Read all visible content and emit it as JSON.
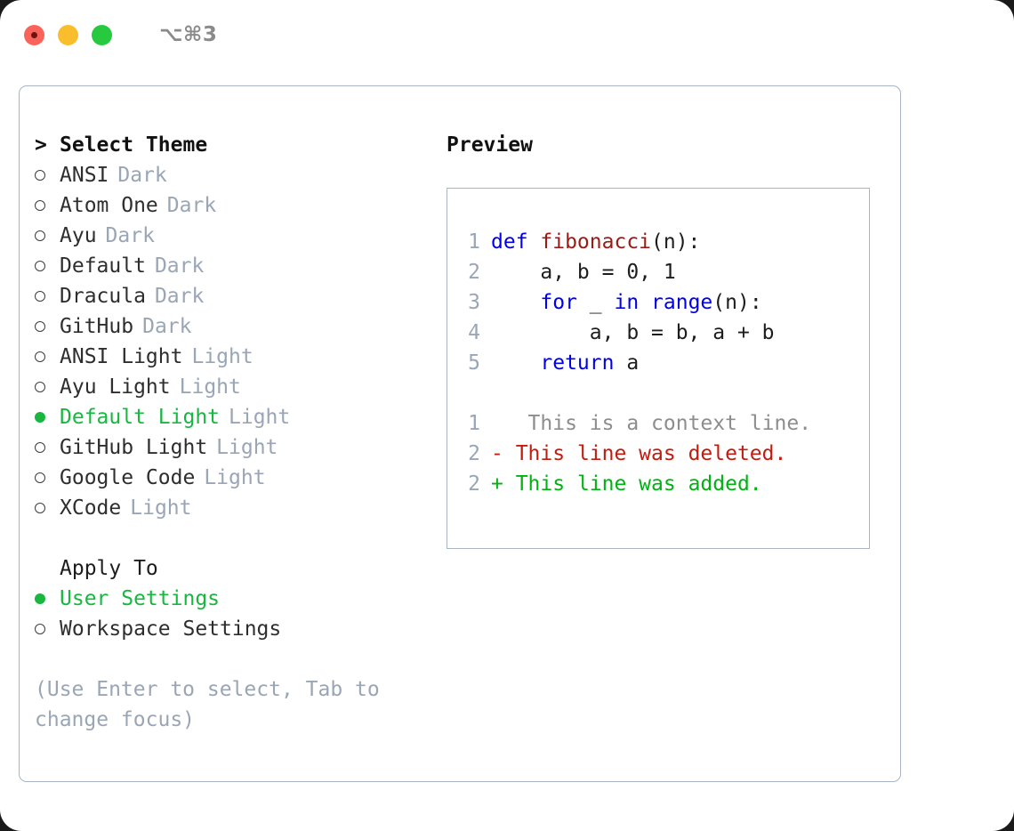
{
  "titlebar": {
    "buttons": [
      {
        "name": "close",
        "color": "#f9635c"
      },
      {
        "name": "minimize",
        "color": "#f9bd2e"
      },
      {
        "name": "zoom",
        "color": "#27c93f"
      }
    ],
    "shortcut": "⌥⌘3"
  },
  "theme_list": {
    "header_marker": ">",
    "header": "Select Theme",
    "items": [
      {
        "marker": "hollow",
        "name": "ANSI",
        "badge": "Dark",
        "selected": false
      },
      {
        "marker": "hollow",
        "name": "Atom One",
        "badge": "Dark",
        "selected": false
      },
      {
        "marker": "hollow",
        "name": "Ayu",
        "badge": "Dark",
        "selected": false
      },
      {
        "marker": "hollow",
        "name": "Default",
        "badge": "Dark",
        "selected": false
      },
      {
        "marker": "hollow",
        "name": "Dracula",
        "badge": "Dark",
        "selected": false
      },
      {
        "marker": "hollow",
        "name": "GitHub",
        "badge": "Dark",
        "selected": false
      },
      {
        "marker": "hollow",
        "name": "ANSI Light",
        "badge": "Light",
        "selected": false
      },
      {
        "marker": "hollow",
        "name": "Ayu Light",
        "badge": "Light",
        "selected": false
      },
      {
        "marker": "filled",
        "name": "Default Light",
        "badge": "Light",
        "selected": true
      },
      {
        "marker": "hollow",
        "name": "GitHub Light",
        "badge": "Light",
        "selected": false
      },
      {
        "marker": "hollow",
        "name": "Google Code",
        "badge": "Light",
        "selected": false
      },
      {
        "marker": "hollow",
        "name": "XCode",
        "badge": "Light",
        "selected": false
      }
    ]
  },
  "apply_to": {
    "title": "Apply To",
    "items": [
      {
        "marker": "filled",
        "name": "User Settings",
        "selected": true
      },
      {
        "marker": "hollow",
        "name": "Workspace Settings",
        "selected": false
      }
    ]
  },
  "hint": "(Use Enter to select, Tab to change focus)",
  "preview": {
    "title": "Preview",
    "code_lines": [
      {
        "n": "1",
        "tokens": [
          {
            "t": "def ",
            "c": "kw"
          },
          {
            "t": "fibonacci",
            "c": "fn"
          },
          {
            "t": "(n):",
            "c": "plain"
          }
        ]
      },
      {
        "n": "2",
        "tokens": [
          {
            "t": "    a, b = 0, 1",
            "c": "plain"
          }
        ]
      },
      {
        "n": "3",
        "tokens": [
          {
            "t": "    ",
            "c": "plain"
          },
          {
            "t": "for",
            "c": "kw"
          },
          {
            "t": " _ ",
            "c": "plain"
          },
          {
            "t": "in",
            "c": "kw"
          },
          {
            "t": " ",
            "c": "plain"
          },
          {
            "t": "range",
            "c": "kw"
          },
          {
            "t": "(n):",
            "c": "plain"
          }
        ]
      },
      {
        "n": "4",
        "tokens": [
          {
            "t": "        a, b = b, a + b",
            "c": "plain"
          }
        ]
      },
      {
        "n": "5",
        "tokens": [
          {
            "t": "    ",
            "c": "plain"
          },
          {
            "t": "return",
            "c": "kw"
          },
          {
            "t": " a",
            "c": "plain"
          }
        ]
      }
    ],
    "diff_lines": [
      {
        "n": "1",
        "sign": " ",
        "text": "  This is a context line.",
        "c": "ctx"
      },
      {
        "n": "2",
        "sign": "-",
        "text": " This line was deleted.",
        "c": "del"
      },
      {
        "n": "2",
        "sign": "+",
        "text": " This line was added.",
        "c": "add"
      }
    ]
  },
  "colors": {
    "accent_green": "#17b740",
    "muted": "#9aa5b5",
    "keyword_blue": "#0000ee",
    "function_red": "#9c1a14",
    "diff_delete": "#c01c10",
    "diff_add": "#00b212",
    "border": "#a9b4c4"
  }
}
